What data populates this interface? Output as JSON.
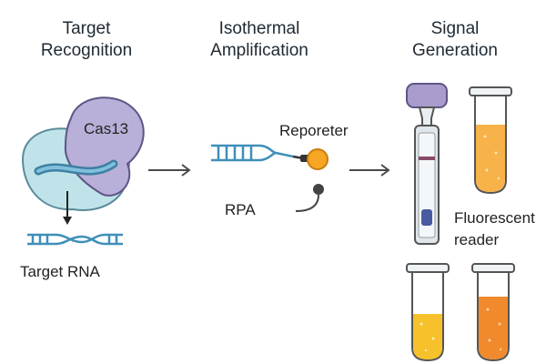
{
  "headings": {
    "col1_line1": "Target",
    "col1_line2": "Recognition",
    "col2_line1": "Isothermal",
    "col2_line2": "Amplification",
    "col3_line1": "Signal",
    "col3_line2": "Generation"
  },
  "labels": {
    "cas13": "Cas13",
    "target_rna": "Target RNA",
    "reporter": "Reporeter",
    "rpa": "RPA",
    "fluorescent_line1": "Fluorescent",
    "fluorescent_line2": "reader"
  },
  "colors": {
    "cas13_purple": "#b8b0d8",
    "cas13_teal": "#bfe3e8",
    "rna_blue": "#5aa6c7",
    "reporter_orange": "#f5a623",
    "tube_light_orange": "#f7b24a",
    "tube_yellow": "#f6c12a",
    "tube_dark_orange": "#f08a2c",
    "arrow_gray": "#4a4a4a"
  }
}
